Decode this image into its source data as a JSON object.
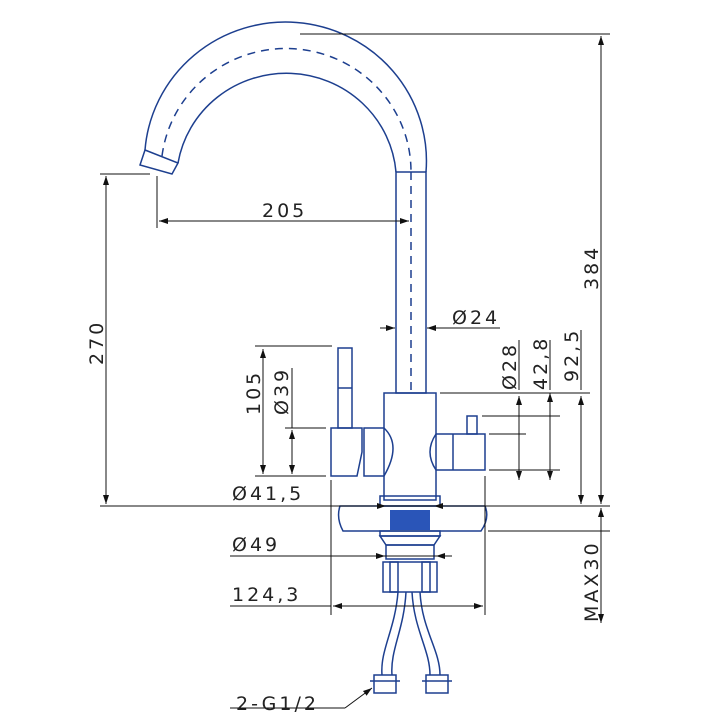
{
  "title": "Kitchen faucet dimension drawing",
  "colors": {
    "part": "#1d3f8f",
    "dimension": "#111111",
    "thread": "#2a55b8"
  },
  "dimensions": {
    "spout_reach": "205",
    "spout_height": "270",
    "total_height": "384",
    "pipe_diameter": "Ø24",
    "right_handle_diameter": "Ø28",
    "right_handle_height": "42,8",
    "body_height": "92,5",
    "left_handle_height": "105",
    "left_handle_diameter": "Ø39",
    "base_diameter": "Ø41,5",
    "connector_diameter": "Ø49",
    "overall_width": "124,3",
    "max_deck_thickness": "MAX30",
    "hose_connection": "2-G1/2"
  }
}
